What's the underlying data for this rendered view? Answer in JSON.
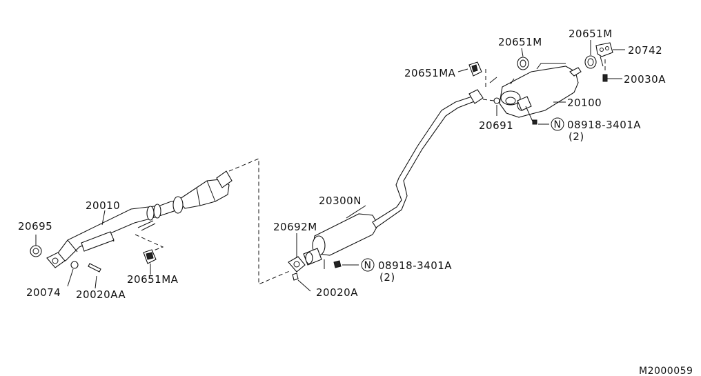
{
  "diagram": {
    "drawing_code": "M2000059",
    "labels": {
      "p20010": "20010",
      "p20695": "20695",
      "p20074": "20074",
      "p20020AA": "20020AA",
      "p20651MA_front": "20651MA",
      "p20300N": "20300N",
      "p20692M": "20692M",
      "p20020A": "20020A",
      "p08918_mid": "08918-3401A",
      "p08918_mid_qty": "(2)",
      "p20651MA_rear": "20651MA",
      "p20651M_left": "20651M",
      "p20651M_right": "20651M",
      "p20742": "20742",
      "p20030A": "20030A",
      "p20100": "20100",
      "p20691": "20691",
      "p08918_rear": "08918-3401A",
      "p08918_rear_qty": "(2)",
      "n_symbol": "N"
    }
  }
}
